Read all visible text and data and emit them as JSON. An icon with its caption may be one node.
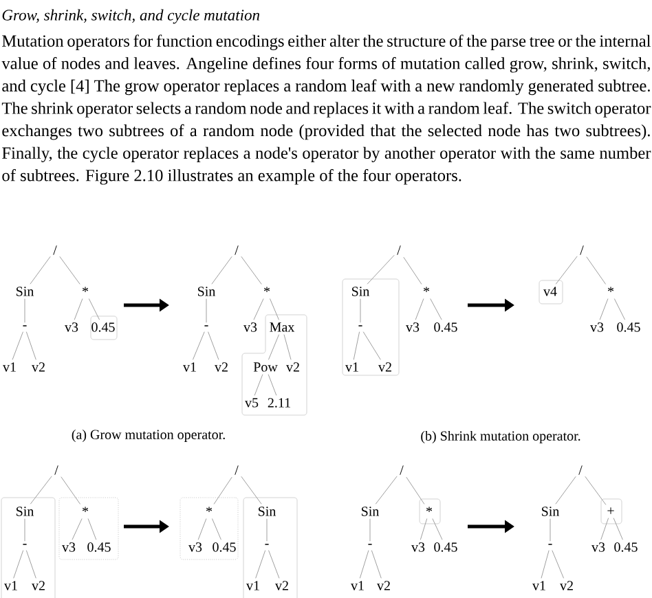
{
  "diagram": {
    "title": "Grow, shrink, switch, and cycle mutation",
    "nodes": [
      {
        "text": [
          "/"
        ]
      },
      {
        "text": [
          "Sin"
        ]
      },
      {
        "text": [
          "*"
        ]
      },
      {
        "text": [
          "-"
        ]
      },
      {
        "text": [
          "v3"
        ]
      },
      {
        "text": [],
        "shape": "box"
      },
      {
        "text": [
          "0.45"
        ],
        "in": 5
      },
      {
        "text": [
          "v1"
        ]
      },
      {
        "text": [
          "v2"
        ]
      },
      {
        "text": [
          "/"
        ]
      },
      {
        "text": [
          "Sin"
        ]
      },
      {
        "text": [
          "*"
        ]
      },
      {
        "text": [
          "-"
        ]
      },
      {
        "text": [
          "v3"
        ]
      },
      {
        "text": [],
        "shape": "box"
      },
      {
        "text": [
          "Max"
        ],
        "in": 14
      },
      {
        "text": [
          "v1"
        ]
      },
      {
        "text": [
          "v2"
        ]
      },
      {
        "text": [
          "Pow"
        ],
        "in": 14
      },
      {
        "text": [
          "v2"
        ],
        "in": 14
      },
      {
        "text": [
          "v5"
        ],
        "in": 14
      },
      {
        "text": [
          "2.11"
        ],
        "in": 14
      },
      {
        "text": [
          "/"
        ]
      },
      {
        "text": [],
        "shape": "box"
      },
      {
        "text": [
          "Sin"
        ],
        "in": 23
      },
      {
        "text": [
          "*"
        ]
      },
      {
        "text": [
          "-"
        ],
        "in": 23
      },
      {
        "text": [
          "v3"
        ]
      },
      {
        "text": [
          "0.45"
        ]
      },
      {
        "text": [
          "v1"
        ],
        "in": 23
      },
      {
        "text": [
          "v2"
        ],
        "in": 23
      },
      {
        "text": [
          "/"
        ]
      },
      {
        "text": [],
        "shape": "box"
      },
      {
        "text": [
          "v4"
        ],
        "in": 32
      },
      {
        "text": [
          "*"
        ]
      },
      {
        "text": [
          "v3"
        ]
      },
      {
        "text": [
          "0.45"
        ]
      },
      {
        "text": [
          "/"
        ]
      },
      {
        "text": [],
        "shape": "box"
      },
      {
        "text": [
          "Sin"
        ],
        "in": 38
      },
      {
        "text": [],
        "shape": "box"
      },
      {
        "text": [
          "*"
        ],
        "in": 40
      },
      {
        "text": [
          "-"
        ],
        "in": 38
      },
      {
        "text": [
          "v3"
        ],
        "in": 40
      },
      {
        "text": [
          "0.45"
        ],
        "in": 40
      },
      {
        "text": [
          "v1"
        ],
        "in": 38
      },
      {
        "text": [
          "v2"
        ],
        "in": 38
      },
      {
        "text": [
          "/"
        ]
      },
      {
        "text": [],
        "shape": "box"
      },
      {
        "text": [
          "*"
        ],
        "in": 48
      },
      {
        "text": [],
        "shape": "box"
      },
      {
        "text": [
          "Sin"
        ],
        "in": 50
      },
      {
        "text": [
          "v3"
        ],
        "in": 48
      },
      {
        "text": [
          "0.45"
        ],
        "in": 48
      },
      {
        "text": [
          "-"
        ],
        "in": 50
      },
      {
        "text": [
          "v1"
        ],
        "in": 50
      },
      {
        "text": [
          "v2"
        ],
        "in": 50
      },
      {
        "text": [
          "/"
        ]
      },
      {
        "text": [
          "Sin"
        ]
      },
      {
        "text": [],
        "shape": "box"
      },
      {
        "text": [
          "*"
        ],
        "in": 59
      },
      {
        "text": [
          "-"
        ]
      },
      {
        "text": [
          "v3"
        ]
      },
      {
        "text": [
          "0.45"
        ]
      },
      {
        "text": [
          "v1"
        ]
      },
      {
        "text": [
          "v2"
        ]
      },
      {
        "text": [
          "/"
        ]
      },
      {
        "text": [
          "Sin"
        ]
      },
      {
        "text": [],
        "shape": "box"
      },
      {
        "text": [
          "+"
        ],
        "in": 68
      },
      {
        "text": [
          "-"
        ]
      },
      {
        "text": [
          "v3"
        ]
      },
      {
        "text": [
          "0.45"
        ]
      },
      {
        "text": [
          "v1"
        ]
      },
      {
        "text": [
          "v2"
        ]
      }
    ],
    "edges": [
      {
        "from": 0,
        "to": 1,
        "arrow": "none"
      },
      {
        "from": 0,
        "to": 2,
        "arrow": "none"
      },
      {
        "from": 1,
        "to": 3,
        "arrow": "none"
      },
      {
        "from": 2,
        "to": 4,
        "arrow": "none"
      },
      {
        "from": 2,
        "to": 6,
        "arrow": "none"
      },
      {
        "from": 3,
        "to": 7,
        "arrow": "none"
      },
      {
        "from": 3,
        "to": 8,
        "arrow": "none"
      },
      {
        "from": 9,
        "to": 10,
        "arrow": "none"
      },
      {
        "from": 9,
        "to": 11,
        "arrow": "none"
      },
      {
        "from": 10,
        "to": 12,
        "arrow": "none"
      },
      {
        "from": 11,
        "to": 13,
        "arrow": "none"
      },
      {
        "from": 11,
        "to": 15,
        "arrow": "none"
      },
      {
        "from": 12,
        "to": 16,
        "arrow": "none"
      },
      {
        "from": 12,
        "to": 17,
        "arrow": "none"
      },
      {
        "from": 15,
        "to": 18,
        "arrow": "none"
      },
      {
        "from": 15,
        "to": 19,
        "arrow": "none"
      },
      {
        "from": 18,
        "to": 20,
        "arrow": "none"
      },
      {
        "from": 18,
        "to": 21,
        "arrow": "none"
      },
      {
        "from": 22,
        "to": 24,
        "arrow": "none"
      },
      {
        "from": 22,
        "to": 25,
        "arrow": "none"
      },
      {
        "from": 24,
        "to": 26,
        "arrow": "none"
      },
      {
        "from": 25,
        "to": 27,
        "arrow": "none"
      },
      {
        "from": 25,
        "to": 28,
        "arrow": "none"
      },
      {
        "from": 26,
        "to": 29,
        "arrow": "none"
      },
      {
        "from": 26,
        "to": 30,
        "arrow": "none"
      },
      {
        "from": 31,
        "to": 33,
        "arrow": "none"
      },
      {
        "from": 31,
        "to": 34,
        "arrow": "none"
      },
      {
        "from": 34,
        "to": 35,
        "arrow": "none"
      },
      {
        "from": 34,
        "to": 36,
        "arrow": "none"
      },
      {
        "from": 37,
        "to": 39,
        "arrow": "none"
      },
      {
        "from": 37,
        "to": 41,
        "arrow": "none"
      },
      {
        "from": 39,
        "to": 42,
        "arrow": "none"
      },
      {
        "from": 41,
        "to": 43,
        "arrow": "none"
      },
      {
        "from": 41,
        "to": 44,
        "arrow": "none"
      },
      {
        "from": 42,
        "to": 45,
        "arrow": "none"
      },
      {
        "from": 42,
        "to": 46,
        "arrow": "none"
      },
      {
        "from": 47,
        "to": 49,
        "arrow": "none"
      },
      {
        "from": 47,
        "to": 51,
        "arrow": "none"
      },
      {
        "from": 49,
        "to": 52,
        "arrow": "none"
      },
      {
        "from": 49,
        "to": 53,
        "arrow": "none"
      },
      {
        "from": 51,
        "to": 54,
        "arrow": "none"
      },
      {
        "from": 54,
        "to": 55,
        "arrow": "none"
      },
      {
        "from": 54,
        "to": 56,
        "arrow": "none"
      },
      {
        "from": 57,
        "to": 58,
        "arrow": "none"
      },
      {
        "from": 57,
        "to": 60,
        "arrow": "none"
      },
      {
        "from": 58,
        "to": 61,
        "arrow": "none"
      },
      {
        "from": 60,
        "to": 62,
        "arrow": "none"
      },
      {
        "from": 60,
        "to": 63,
        "arrow": "none"
      },
      {
        "from": 61,
        "to": 64,
        "arrow": "none"
      },
      {
        "from": 61,
        "to": 65,
        "arrow": "none"
      },
      {
        "from": 66,
        "to": 67,
        "arrow": "none"
      },
      {
        "from": 66,
        "to": 69,
        "arrow": "none"
      },
      {
        "from": 67,
        "to": 70,
        "arrow": "none"
      },
      {
        "from": 69,
        "to": 71,
        "arrow": "none"
      },
      {
        "from": 69,
        "to": 72,
        "arrow": "none"
      },
      {
        "from": 70,
        "to": 73,
        "arrow": "none"
      },
      {
        "from": 70,
        "to": 74,
        "arrow": "none"
      }
    ],
    "labels": [
      "Mutation operators for function encodings either alter the structure of the parse tree or the internal value of nodes and leaves. Angeline defines four forms of mutation called grow, shrink, switch, and cycle [4] The grow operator replaces a random leaf with a new randomly generated subtree. The shrink operator selects a random node and replaces it with a random leaf. The switch operator exchanges two subtrees of a random node (provided that the selected node has two subtrees). Finally, the cycle operator replaces a node's operator by another operator with the same number of subtrees. Figure 2.10 illustrates an example of the four operators.",
      "(a) Grow mutation operator.",
      "(b) Shrink mutation operator."
    ]
  }
}
